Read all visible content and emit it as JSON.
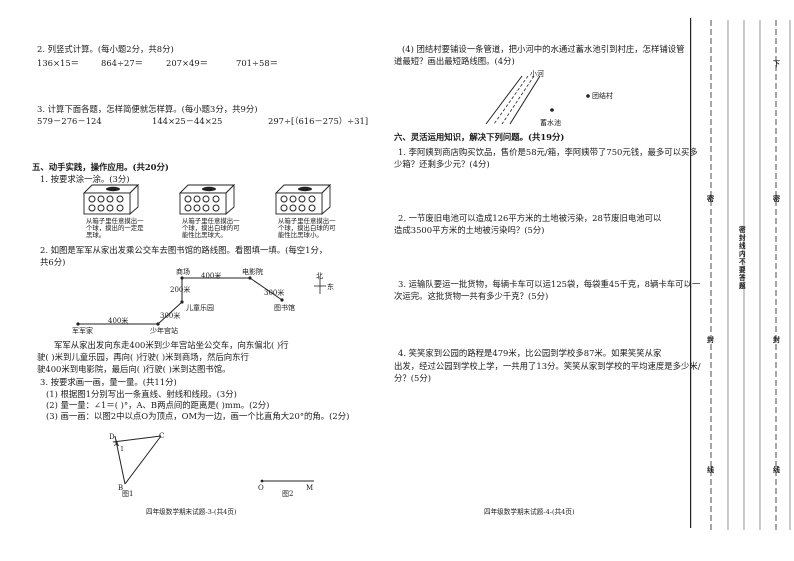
{
  "left": {
    "q2": {
      "title": "2. 列竖式计算。(每小题2分，共8分)",
      "items": [
        "136×15＝",
        "864÷27＝",
        "207×49＝",
        "701÷58＝"
      ]
    },
    "q3": {
      "title": "3. 计算下面各题，怎样简便就怎样算。(每小题3分，共9分)",
      "items": [
        "579－276－124",
        "144×25－44×25",
        "297÷[（616－275）÷31]"
      ]
    },
    "section5": {
      "title": "五、动手实践，操作应用。(共20分)",
      "q1": {
        "title": "1. 按要求涂一涂。(3分)",
        "boxes": [
          "从箱子里任意摸出一个球，摸出的一定是黑球。",
          "从箱子里任意摸出一个球，摸出白球的可能性比黑球大。",
          "从箱子里任意摸出一个球，摸出白球的可能性比黑球小。"
        ]
      },
      "q2": {
        "title": "2. 如图是军军从家出发乘公交车去图书馆的路线图。看图填一填。(每空1分，",
        "title2": "共6分)",
        "map": {
          "north": "北",
          "east": "东",
          "shangchang": "商场",
          "dianyingyuan": "电影院",
          "ertong": "儿童乐园",
          "tushuguan": "图书馆",
          "junjun": "军军家",
          "shaonian": "少年宫站",
          "d400a": "400米",
          "d400b": "400米",
          "d200": "200米",
          "d300a": "300米",
          "d300b": "300米"
        },
        "lines": [
          "军军从家出发向东走400米到少年宫站坐公交车，向东偏北(        )行",
          "驶(      )米到儿童乐园，再向(      )行驶(      )米到商场，然后向东行",
          "驶400米到电影院，最后向(      )行驶(      )米到达图书馆。"
        ]
      },
      "q3": {
        "title": "3. 按要求画一画，量一量。(共11分)",
        "items": [
          "(1) 根据图1分别写出一条直线、射线和线段。(3分)",
          "(2) 量一量：∠1＝(        )°，A、B两点间的距离是(        )mm。(2分)",
          "(3) 画一画：以图2中以点O为顶点，OM为一边，画一个比直角大20°的角。(2分)"
        ],
        "fig1": {
          "labels": [
            "D",
            "A",
            "1",
            "C",
            "B"
          ],
          "caption": "图1"
        },
        "fig2": {
          "labels": [
            "O",
            "M"
          ],
          "caption": "图2"
        }
      }
    },
    "footer": "四年级数学期末试题-3-(共4页)"
  },
  "right": {
    "q4": {
      "lines": [
        "(4) 团结村要铺设一条管道，把小河中的水通过蓄水池引到村庄，怎样铺设管",
        "道最短？画出最短路线图。(4分)"
      ],
      "labels": {
        "river": "小河",
        "village": "团结村",
        "pool": "蓄水池"
      }
    },
    "section6": {
      "title": "六、灵活运用知识，解决下列问题。(共19分)",
      "problems": [
        {
          "lines": [
            "1. 李阿姨到商店购买饮品，售价是58元/箱，李阿姨带了750元钱，最多可以买多",
            "少箱？还剩多少元？(4分)"
          ]
        },
        {
          "lines": [
            "2. 一节废旧电池可以造成126平方米的土地被污染，28节废旧电池可以",
            "造成3500平方米的土地被污染吗？(5分)"
          ]
        },
        {
          "lines": [
            "3. 运输队要运一批货物，每辆卡车可以运125袋，每袋重45千克，8辆卡车可以一",
            "次运完。这批货物一共有多少千克？(5分)"
          ]
        },
        {
          "lines": [
            "4. 笑笑家到公园的路程是479米，比公园到学校多87米。如果笑笑从家",
            "出发，经过公园到学校上学，一共用了13分。笑笑从家到学校的平均速度是多少米/",
            "分？(5分)"
          ]
        }
      ]
    },
    "footer": "四年级数学期末试题-4-(共4页)"
  },
  "binding": {
    "inner_text": [
      "密",
      "封",
      "线"
    ],
    "notice": [
      "密",
      "封",
      "线",
      "内",
      "不",
      "要",
      "答",
      "题"
    ],
    "outer_text": [
      "下",
      "密",
      "封",
      "线"
    ]
  }
}
